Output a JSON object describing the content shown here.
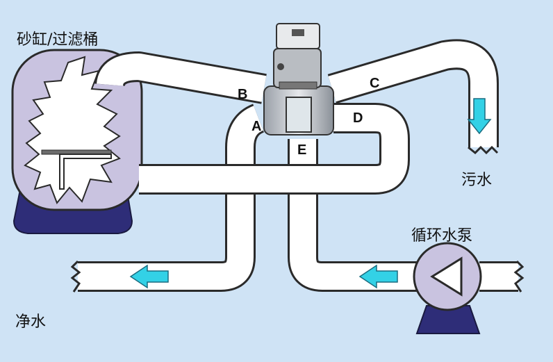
{
  "labels": {
    "filter": "砂缸/过滤桶",
    "waste": "污水",
    "pump": "循环水泵",
    "clean": "净水"
  },
  "ports": {
    "a": "A",
    "b": "B",
    "c": "C",
    "d": "D",
    "e": "E"
  },
  "colors": {
    "background": "#cfe3f5",
    "pipe_fill": "#ffffff",
    "pipe_stroke": "#2a2a2a",
    "tank_body": "#c9c3e0",
    "tank_base": "#2e2d78",
    "arrow": "#33d1e6"
  },
  "icons": [
    "tank",
    "multiport-valve",
    "pump",
    "flow-arrow"
  ]
}
